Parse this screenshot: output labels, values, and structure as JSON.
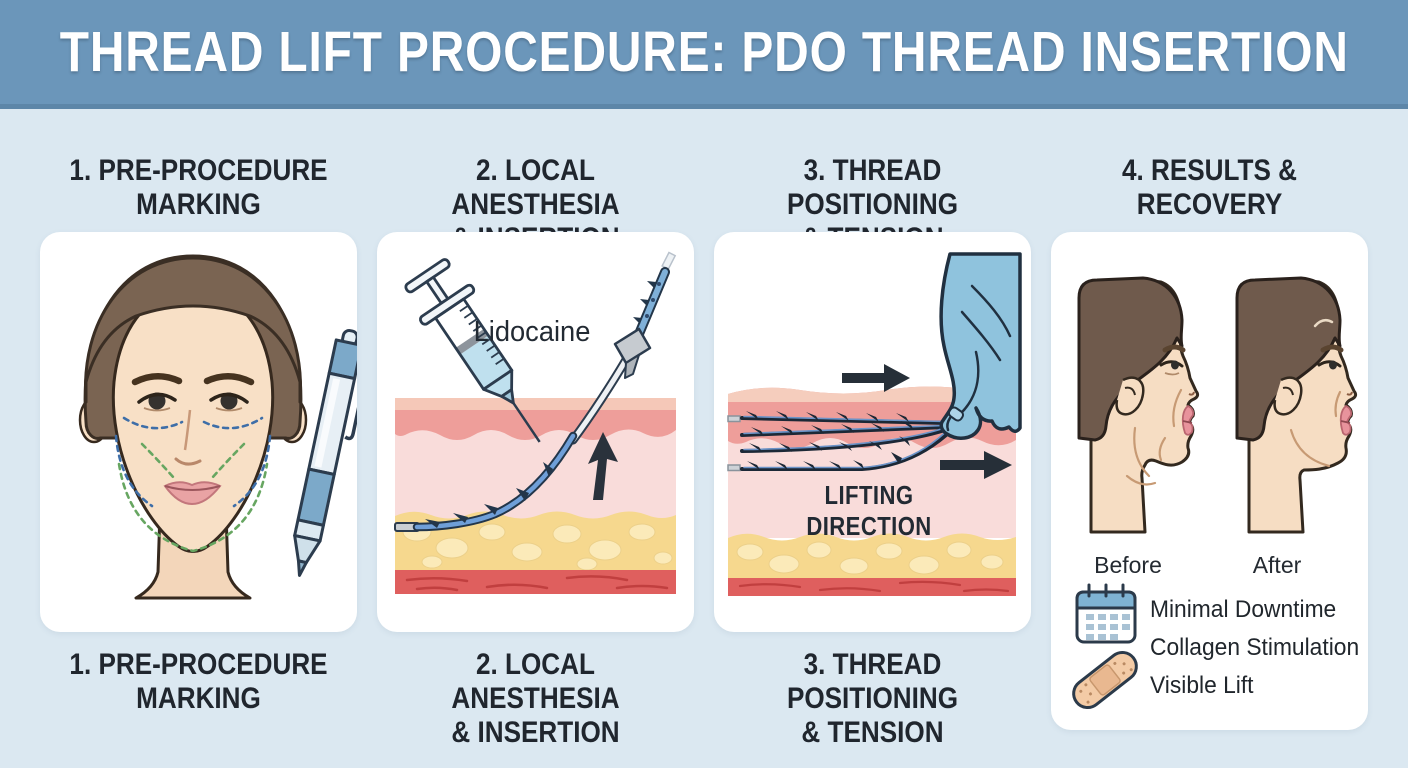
{
  "title": "THREAD LIFT PROCEDURE: PDO THREAD INSERTION",
  "colors": {
    "banner": "#6b96ba",
    "background": "#dbe8f1",
    "card": "#ffffff",
    "heading_text": "#20262e",
    "marking_blue": "#3e6ea8",
    "marking_green": "#67a661",
    "glove_blue": "#8fc3dd",
    "thread_navy": "#1c2836",
    "skin_tone": "#f8e0c6",
    "epidermis": "#ee9e9a",
    "dermis": "#f9dcda",
    "fat_layer": "#f6d88e",
    "muscle": "#df5f5e"
  },
  "steps": [
    {
      "label": "1. PRE-PROCEDURE\nMARKING"
    },
    {
      "label": "2. LOCAL ANESTHESIA\n& INSERTION"
    },
    {
      "label": "3. THREAD POSITIONING\n& TENSION"
    },
    {
      "label": "4. RESULTS &\nRECOVERY"
    }
  ],
  "panels": {
    "marking": {
      "illustration": "face-with-marking-lines-and-pen"
    },
    "anesthesia": {
      "annotation": "Lidocaine"
    },
    "tension": {
      "annotation": "LIFTING DIRECTION"
    },
    "results": {
      "before_label": "Before",
      "after_label": "After",
      "benefit_icons": [
        "calendar-icon",
        "bandage-icon"
      ],
      "benefits": [
        "Minimal Downtime",
        "Collagen Stimulation",
        "Visible Lift"
      ]
    }
  }
}
